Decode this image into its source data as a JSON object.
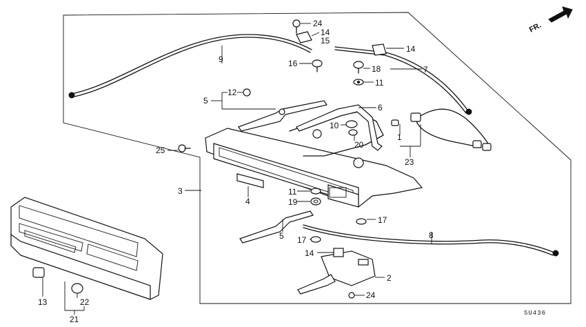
{
  "direction_marker": {
    "text": "FR."
  },
  "drawing_code": "SU436",
  "callouts": [
    {
      "id": "c24a",
      "text": "24"
    },
    {
      "id": "c14a",
      "text": "14"
    },
    {
      "id": "c15",
      "text": "15"
    },
    {
      "id": "c14b",
      "text": "14"
    },
    {
      "id": "c9",
      "text": "9"
    },
    {
      "id": "c16",
      "text": "16"
    },
    {
      "id": "c18",
      "text": "18"
    },
    {
      "id": "c7",
      "text": "7"
    },
    {
      "id": "c11a",
      "text": "11"
    },
    {
      "id": "c12",
      "text": "12"
    },
    {
      "id": "c5a",
      "text": "5"
    },
    {
      "id": "c6",
      "text": "6"
    },
    {
      "id": "c10",
      "text": "10"
    },
    {
      "id": "c1",
      "text": "1"
    },
    {
      "id": "c20",
      "text": "20"
    },
    {
      "id": "c23",
      "text": "23"
    },
    {
      "id": "c25",
      "text": "25"
    },
    {
      "id": "c3",
      "text": "3"
    },
    {
      "id": "c4",
      "text": "4"
    },
    {
      "id": "c11b",
      "text": "11"
    },
    {
      "id": "c19",
      "text": "19"
    },
    {
      "id": "c17a",
      "text": "17"
    },
    {
      "id": "c5b",
      "text": "5"
    },
    {
      "id": "c17b",
      "text": "17"
    },
    {
      "id": "c8",
      "text": "8"
    },
    {
      "id": "c14c",
      "text": "14"
    },
    {
      "id": "c2",
      "text": "2"
    },
    {
      "id": "c24b",
      "text": "24"
    },
    {
      "id": "c13",
      "text": "13"
    },
    {
      "id": "c22",
      "text": "22"
    },
    {
      "id": "c21",
      "text": "21"
    }
  ]
}
